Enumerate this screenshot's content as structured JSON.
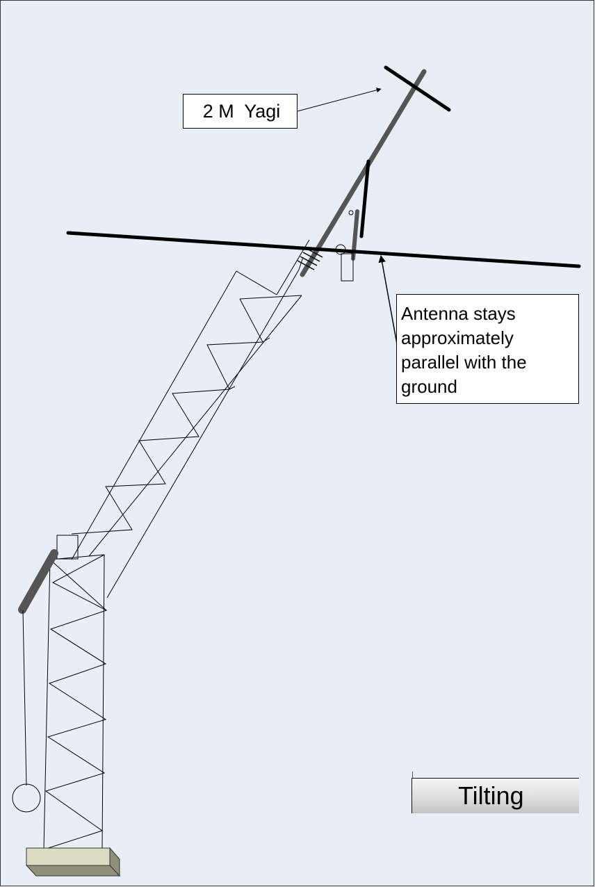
{
  "diagram": {
    "title": "Tilting",
    "callouts": {
      "yagi": "2 M  Yagi",
      "parallel": [
        "Antenna stays",
        "approximately",
        "parallel with the",
        "ground"
      ]
    }
  },
  "colors": {
    "background": "#e9edf6",
    "border": "#333333",
    "mast": "#555555",
    "antenna": "#000000",
    "base": "#dcdcc4"
  }
}
